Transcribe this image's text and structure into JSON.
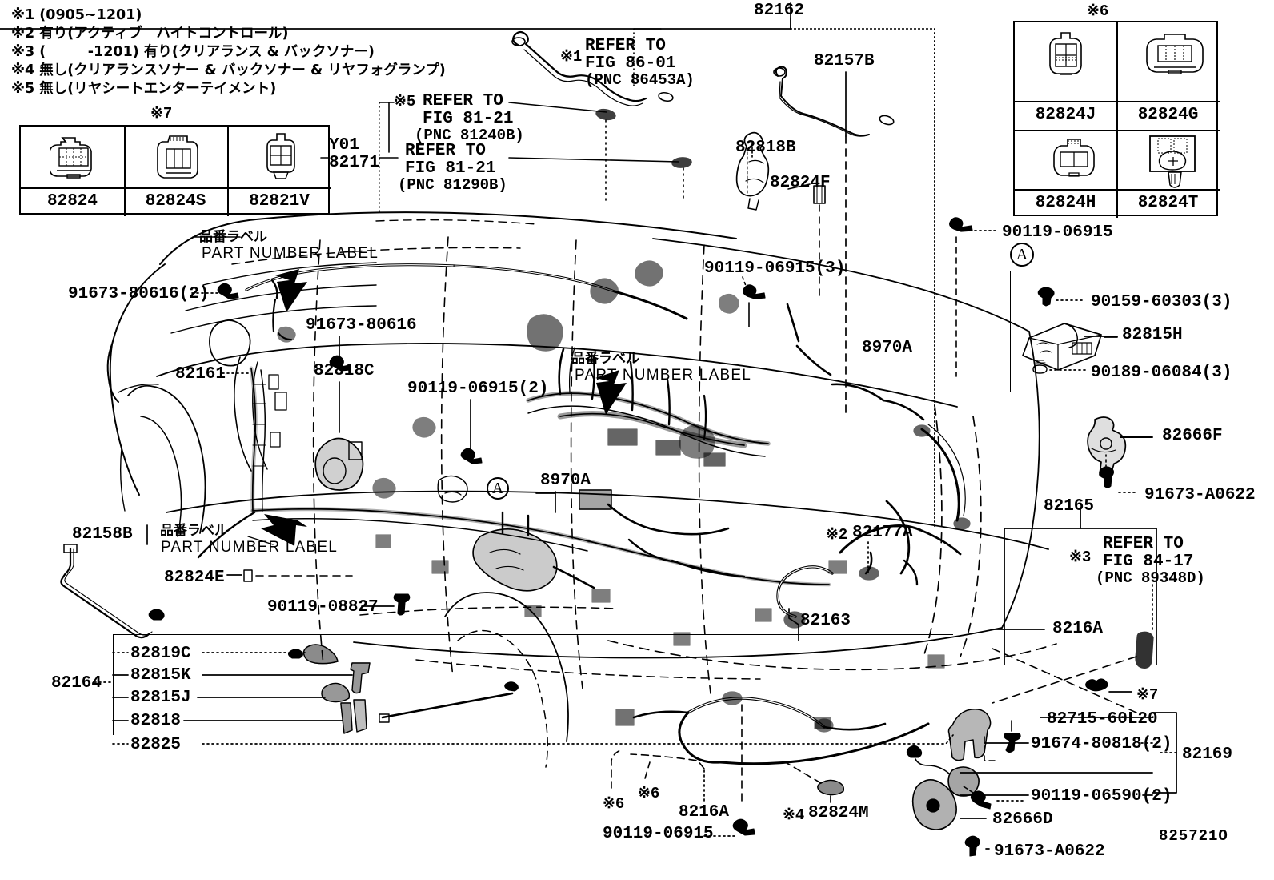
{
  "diagram": {
    "code": "825721O",
    "title": "Toyota wire harness parts diagram"
  },
  "footnotes": [
    "※1 (0905~1201)",
    "※2 有り(アクティブ　ハイトコントロール)",
    "※3 (　　　-1201) 有り(クリアランス & バックソナー)",
    "※4 無し(クリアランスソナー & バックソナー & リヤフォグランプ)",
    "※5 無し(リヤシートエンターテイメント)"
  ],
  "connector_table_left": {
    "group_mark": "※7",
    "cells": [
      {
        "part": "82824",
        "icon": "connector-6pin-icon"
      },
      {
        "part": "82824S",
        "icon": "connector-3pin-icon"
      },
      {
        "part": "82821V",
        "icon": "connector-4pin-icon"
      }
    ]
  },
  "connector_table_right": {
    "group_mark": "※6",
    "cells": [
      {
        "part": "82824J",
        "icon": "connector-4pin-icon"
      },
      {
        "part": "82824G",
        "icon": "connector-6pin-wide-icon"
      },
      {
        "part": "82824H",
        "icon": "connector-2pin-icon"
      },
      {
        "part": "82824T",
        "icon": "connector-clip-icon"
      }
    ]
  },
  "refer_blocks": {
    "fig86": {
      "mark": "※1",
      "line1": "REFER TO",
      "line2": "FIG 86-01",
      "line3": "(PNC 86453A)"
    },
    "fig81_1240": {
      "mark": "※5",
      "line1": "REFER TO",
      "line2": "FIG 81-21",
      "line3": "(PNC 81240B)"
    },
    "fig81_1290": {
      "mark": "",
      "line1": "REFER TO",
      "line2": "FIG 81-21",
      "line3": "(PNC 81290B)"
    },
    "fig84": {
      "mark": "※3",
      "line1": "REFER TO",
      "line2": "FIG 84-17",
      "line3": "(PNC 89348D)"
    }
  },
  "y01": {
    "code": "Y01",
    "part": "82171"
  },
  "part_number_labels": [
    {
      "jp": "品番ラベル",
      "en": "PART NUMBER LABEL"
    },
    {
      "jp": "品番ラベル",
      "en": "PART NUMBER LABEL"
    },
    {
      "jp": "品番ラベル",
      "en": "PART NUMBER LABEL"
    }
  ],
  "callouts": {
    "c82162": "82162",
    "c82157B": "82157B",
    "c82818B": "82818B",
    "c82824F": "82824F",
    "c90119_06915_3": "90119-06915(3)",
    "c8970A_top": "8970A",
    "c90119_06915_right": "90119-06915",
    "c90159_60303_3": "90159-60303(3)",
    "c82815H": "82815H",
    "c90189_06084_3": "90189-06084(3)",
    "c82666F": "82666F",
    "c91673_A0622_right": "91673-A0622",
    "c82165": "82165",
    "c8216A_right": "8216A",
    "c91673_80616_2": "91673-80616(2)",
    "c91673_80616": "91673-80616",
    "c82161": "82161",
    "c82818C": "82818C",
    "c90119_06915_2": "90119-06915(2)",
    "c8970A_mid": "8970A",
    "c82177A": "82177A",
    "c82177A_mark": "※2",
    "c82163": "82163",
    "c82158B": "82158B",
    "c82824E": "82824E",
    "c90119_08827": "90119-08827",
    "c82164": "82164",
    "c82819C": "82819C",
    "c82815K": "82815K",
    "c82815J": "82815J",
    "c82818": "82818",
    "c82825": "82825",
    "c8216A_bottom": "8216A",
    "c90119_06915_bottom": "90119-06915",
    "c82824M": "82824M",
    "c82824M_mark": "※4",
    "c82715_60L20": "82715-60L20",
    "c91674_80818_2": "91674-80818(2)",
    "c90119_06590_2": "90119-06590(2)",
    "c82169": "82169",
    "c82666D": "82666D",
    "c91673_A0622_bottom": "91673-A0622",
    "mark6_a": "※6",
    "mark6_b": "※6",
    "mark6_c": "※6",
    "mark7_right": "※7",
    "circleA_1": "A",
    "circleA_2": "A"
  },
  "colors": {
    "ink": "#000000",
    "paper": "#ffffff"
  }
}
